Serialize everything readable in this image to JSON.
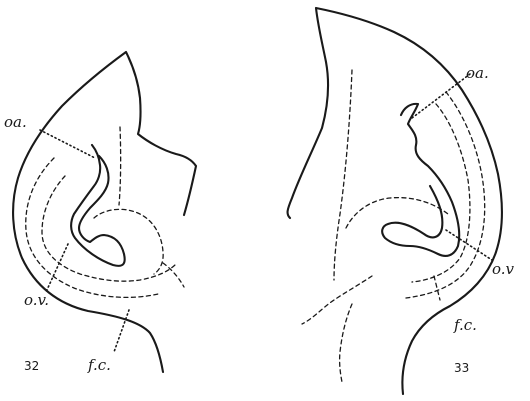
{
  "figure_32": {
    "label_oa": "oa.",
    "label_ov": "o.v.",
    "label_fc": "f.c.",
    "number": "32"
  },
  "figure_33": {
    "label_oa": "oa.",
    "label_ov": "o.v",
    "label_fc": "f.c.",
    "number": "33"
  }
}
